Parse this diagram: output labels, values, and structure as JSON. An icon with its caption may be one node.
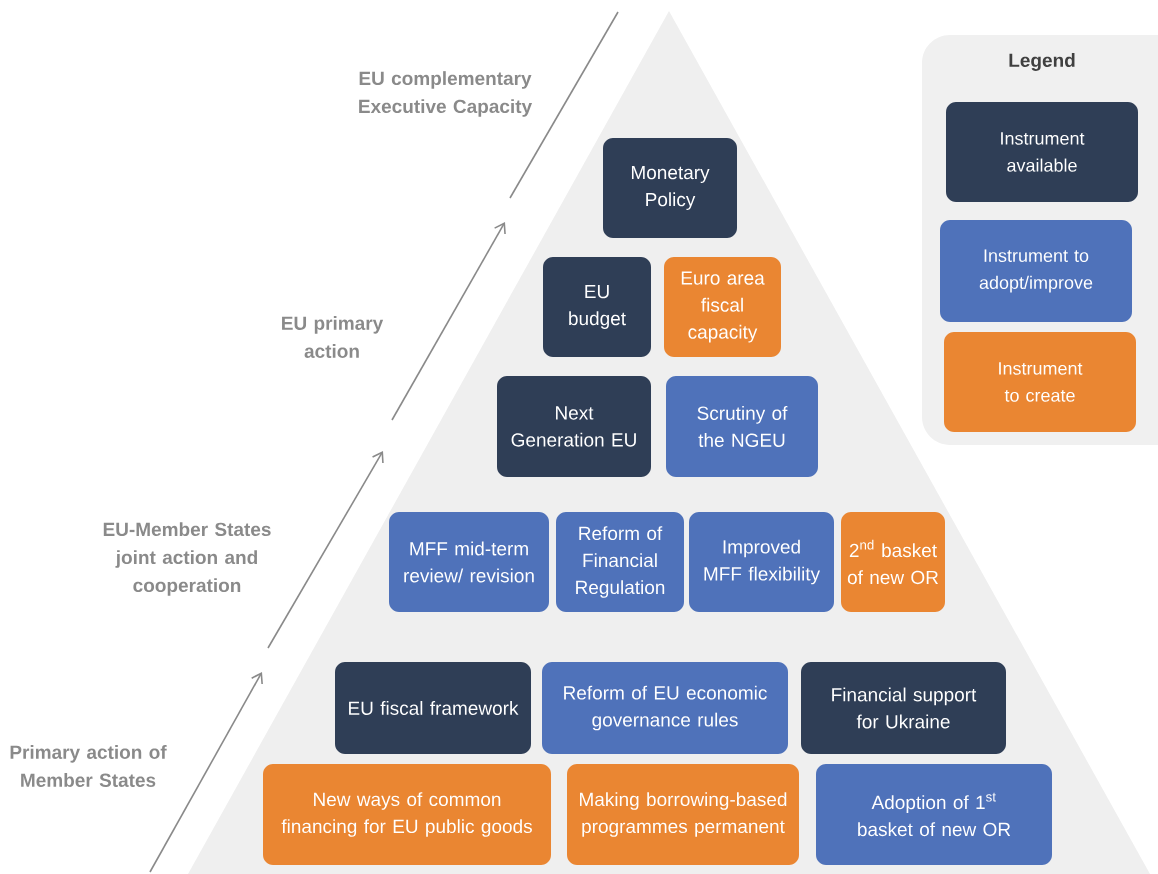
{
  "diagram": {
    "nodes": [
      {
        "text": [],
        "shape": "triangle"
      },
      {
        "text": [
          "Monetary Policy"
        ],
        "in": 0
      },
      {
        "text": [
          "EU budget"
        ],
        "in": 0
      },
      {
        "text": [
          "Euro area fiscal capacity"
        ],
        "in": 0
      },
      {
        "text": [
          "Next Generation EU"
        ],
        "in": 0
      },
      {
        "text": [
          "Scrutiny of the NGEU"
        ],
        "in": 0
      },
      {
        "text": [
          "MFF mid-term review/ revision"
        ],
        "in": 0
      },
      {
        "text": [
          "Reform of Financial Regulation"
        ],
        "in": 0
      },
      {
        "text": [
          "Improved MFF flexibility"
        ],
        "in": 0
      },
      {
        "text": [
          "2$^{nd}$ basket of new OR"
        ],
        "in": 0
      },
      {
        "text": [
          "EU fiscal framework"
        ],
        "in": 0
      },
      {
        "text": [
          "Reform of EU economic governance rules"
        ],
        "in": 0
      },
      {
        "text": [
          "Financial support for Ukraine"
        ],
        "in": 0
      },
      {
        "text": [
          "New ways of common financing for EU public goods"
        ],
        "in": 0
      },
      {
        "text": [
          "Making borrowing-based programmes permanent"
        ],
        "in": 0
      },
      {
        "text": [
          "Adoption of 1$^{st}$ basket of new OR"
        ],
        "in": 0
      }
    ],
    "edges": [],
    "labels": [
      "EU complementary Executive Capacity",
      "Legend",
      "EU primary action",
      "EU-Member States joint action and cooperation",
      "Primary action of Member States"
    ],
    "legend": [
      {
        "text": "Instrument available",
        "color": "#2f3e56"
      },
      {
        "text": "Instrument to adopt/improve",
        "color": "#4f72ba"
      },
      {
        "text": "Instrument to create",
        "color": "#ea8632"
      }
    ]
  }
}
